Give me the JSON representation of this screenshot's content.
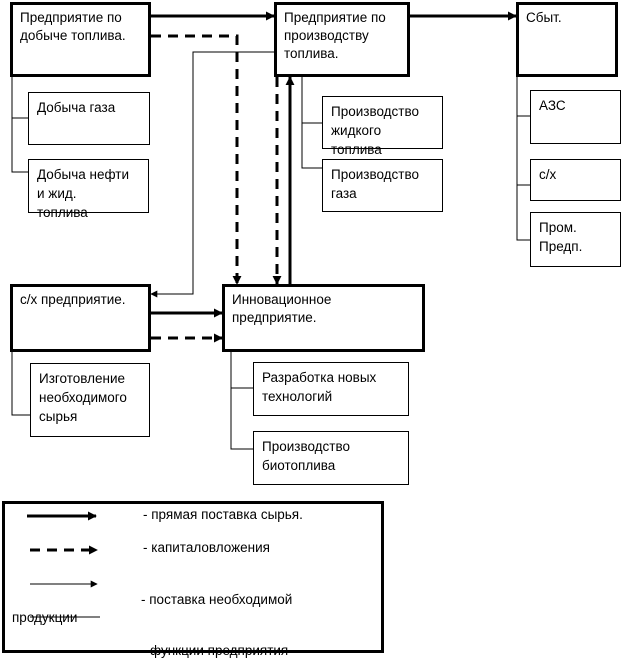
{
  "boxes": {
    "fuel_extraction": "Предприятие по\nдобыче топлива.",
    "fuel_production": "Предприятие по\nпроизводству\nтоплива.",
    "sales": "Сбыт.",
    "agri": "с/х предприятие.",
    "innovation": "Инновационное\nпредприятие.",
    "gas_extraction": "Добыча газа",
    "oil_extraction": "Добыча нефти\nи жид.\nтоплива",
    "liquid_fuel": "Производство\nжидкого\nтоплива",
    "gas_production": "Производство\nгаза",
    "azs": "АЗС",
    "agri_sub": "с/х",
    "industrial": "Пром.\nПредп.",
    "raw_materials": "Изготовление\nнеобходимого\nсырья",
    "new_tech": "Разработка новых\nтехнологий",
    "biofuel": "Производство\nбиотоплива"
  },
  "legend": {
    "direct_supply": "- прямая поставка сырья.",
    "investment": "- капиталовложения",
    "supply_needed": "-  поставка необходимой",
    "products": "продукции",
    "functions": "функции   предприятия"
  },
  "colors": {
    "line": "#000000",
    "background": "#ffffff"
  }
}
